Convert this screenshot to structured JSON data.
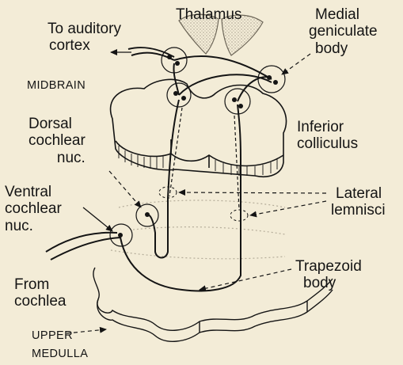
{
  "labels": {
    "thalamus": "Thalamus",
    "auditory_cortex": [
      "To auditory",
      "cortex"
    ],
    "medial_geniculate": [
      "Medial",
      "geniculate",
      "body"
    ],
    "midbrain": "MIDBRAIN",
    "dorsal_cochlear": [
      "Dorsal",
      "cochlear",
      "nuc."
    ],
    "inferior_colliculus": [
      "Inferior",
      "colliculus"
    ],
    "ventral_cochlear": [
      "Ventral",
      "cochlear",
      "nuc."
    ],
    "lateral_lemnisci": [
      "Lateral",
      "lemnisci"
    ],
    "trapezoid_body": [
      "Trapezoid",
      "body"
    ],
    "from_cochlea": [
      "From",
      "cochlea"
    ],
    "upper_medulla": [
      "UPPER",
      "MEDULLA"
    ]
  },
  "colors": {
    "background": "#f3ecd7",
    "ink": "#141414",
    "stipple": "#b5ad9a"
  }
}
